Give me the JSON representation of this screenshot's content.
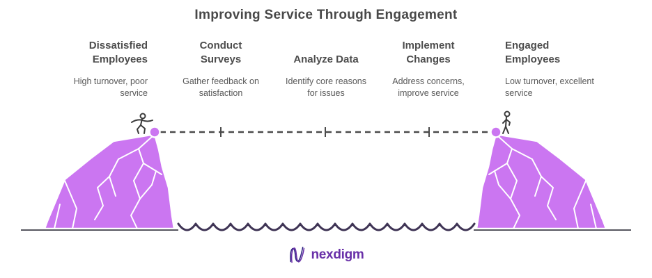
{
  "title": "Improving Service Through Engagement",
  "stages": [
    {
      "heading": "Dissatisfied\nEmployees",
      "description": "High turnover, poor\nservice"
    },
    {
      "heading": "Conduct\nSurveys",
      "description": "Gather feedback on\nsatisfaction"
    },
    {
      "heading": "Analyze Data",
      "description": "Identify core reasons\nfor issues"
    },
    {
      "heading": "Implement\nChanges",
      "description": "Address concerns,\nimprove service"
    },
    {
      "heading": "Engaged\nEmployees",
      "description": "Low turnover, excellent\nservice"
    }
  ],
  "logo": {
    "text": "nexdigm"
  },
  "colors": {
    "cliff_purple": "#cb76f1",
    "cliff_outline": "#ffffff",
    "node_purple": "#cb76f1",
    "rope_gray": "#4a4a4a",
    "wave_dark": "#3f3455",
    "ground_dark": "#1e1e2a",
    "title_gray": "#484848",
    "heading_gray": "#4d4d4d",
    "text_gray": "#585858",
    "figure_gray": "#3a3a3a",
    "logo_purple": "#6930a8",
    "logo_indigo": "#312782"
  }
}
